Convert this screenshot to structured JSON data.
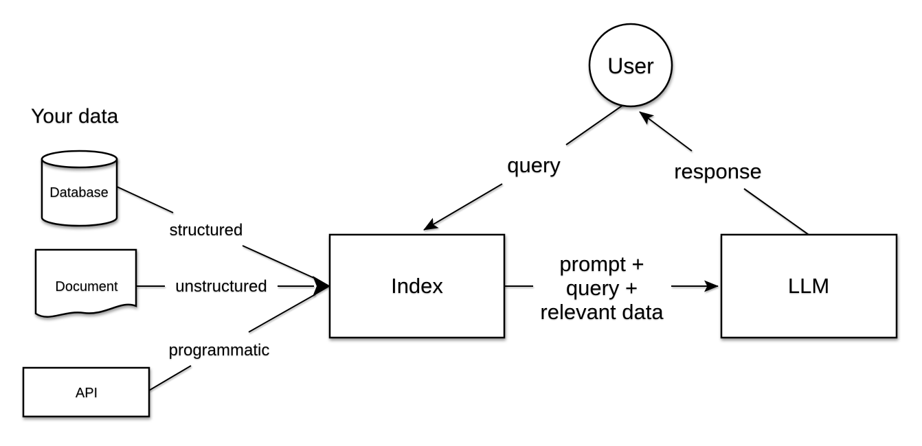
{
  "diagram": {
    "section_label": "Your data",
    "nodes": {
      "database": "Database",
      "document": "Document",
      "api": "API",
      "index": "Index",
      "llm": "LLM",
      "user": "User"
    },
    "edge_labels": {
      "structured": "structured",
      "unstructured": "unstructured",
      "programmatic": "programmatic",
      "query": "query",
      "response": "response",
      "index_to_llm": [
        "prompt +",
        "query +",
        "relevant data"
      ]
    },
    "colors": {
      "stroke": "#000000",
      "node_fill": "#ffffff",
      "background": "#ffffff",
      "text": "#000000"
    }
  }
}
